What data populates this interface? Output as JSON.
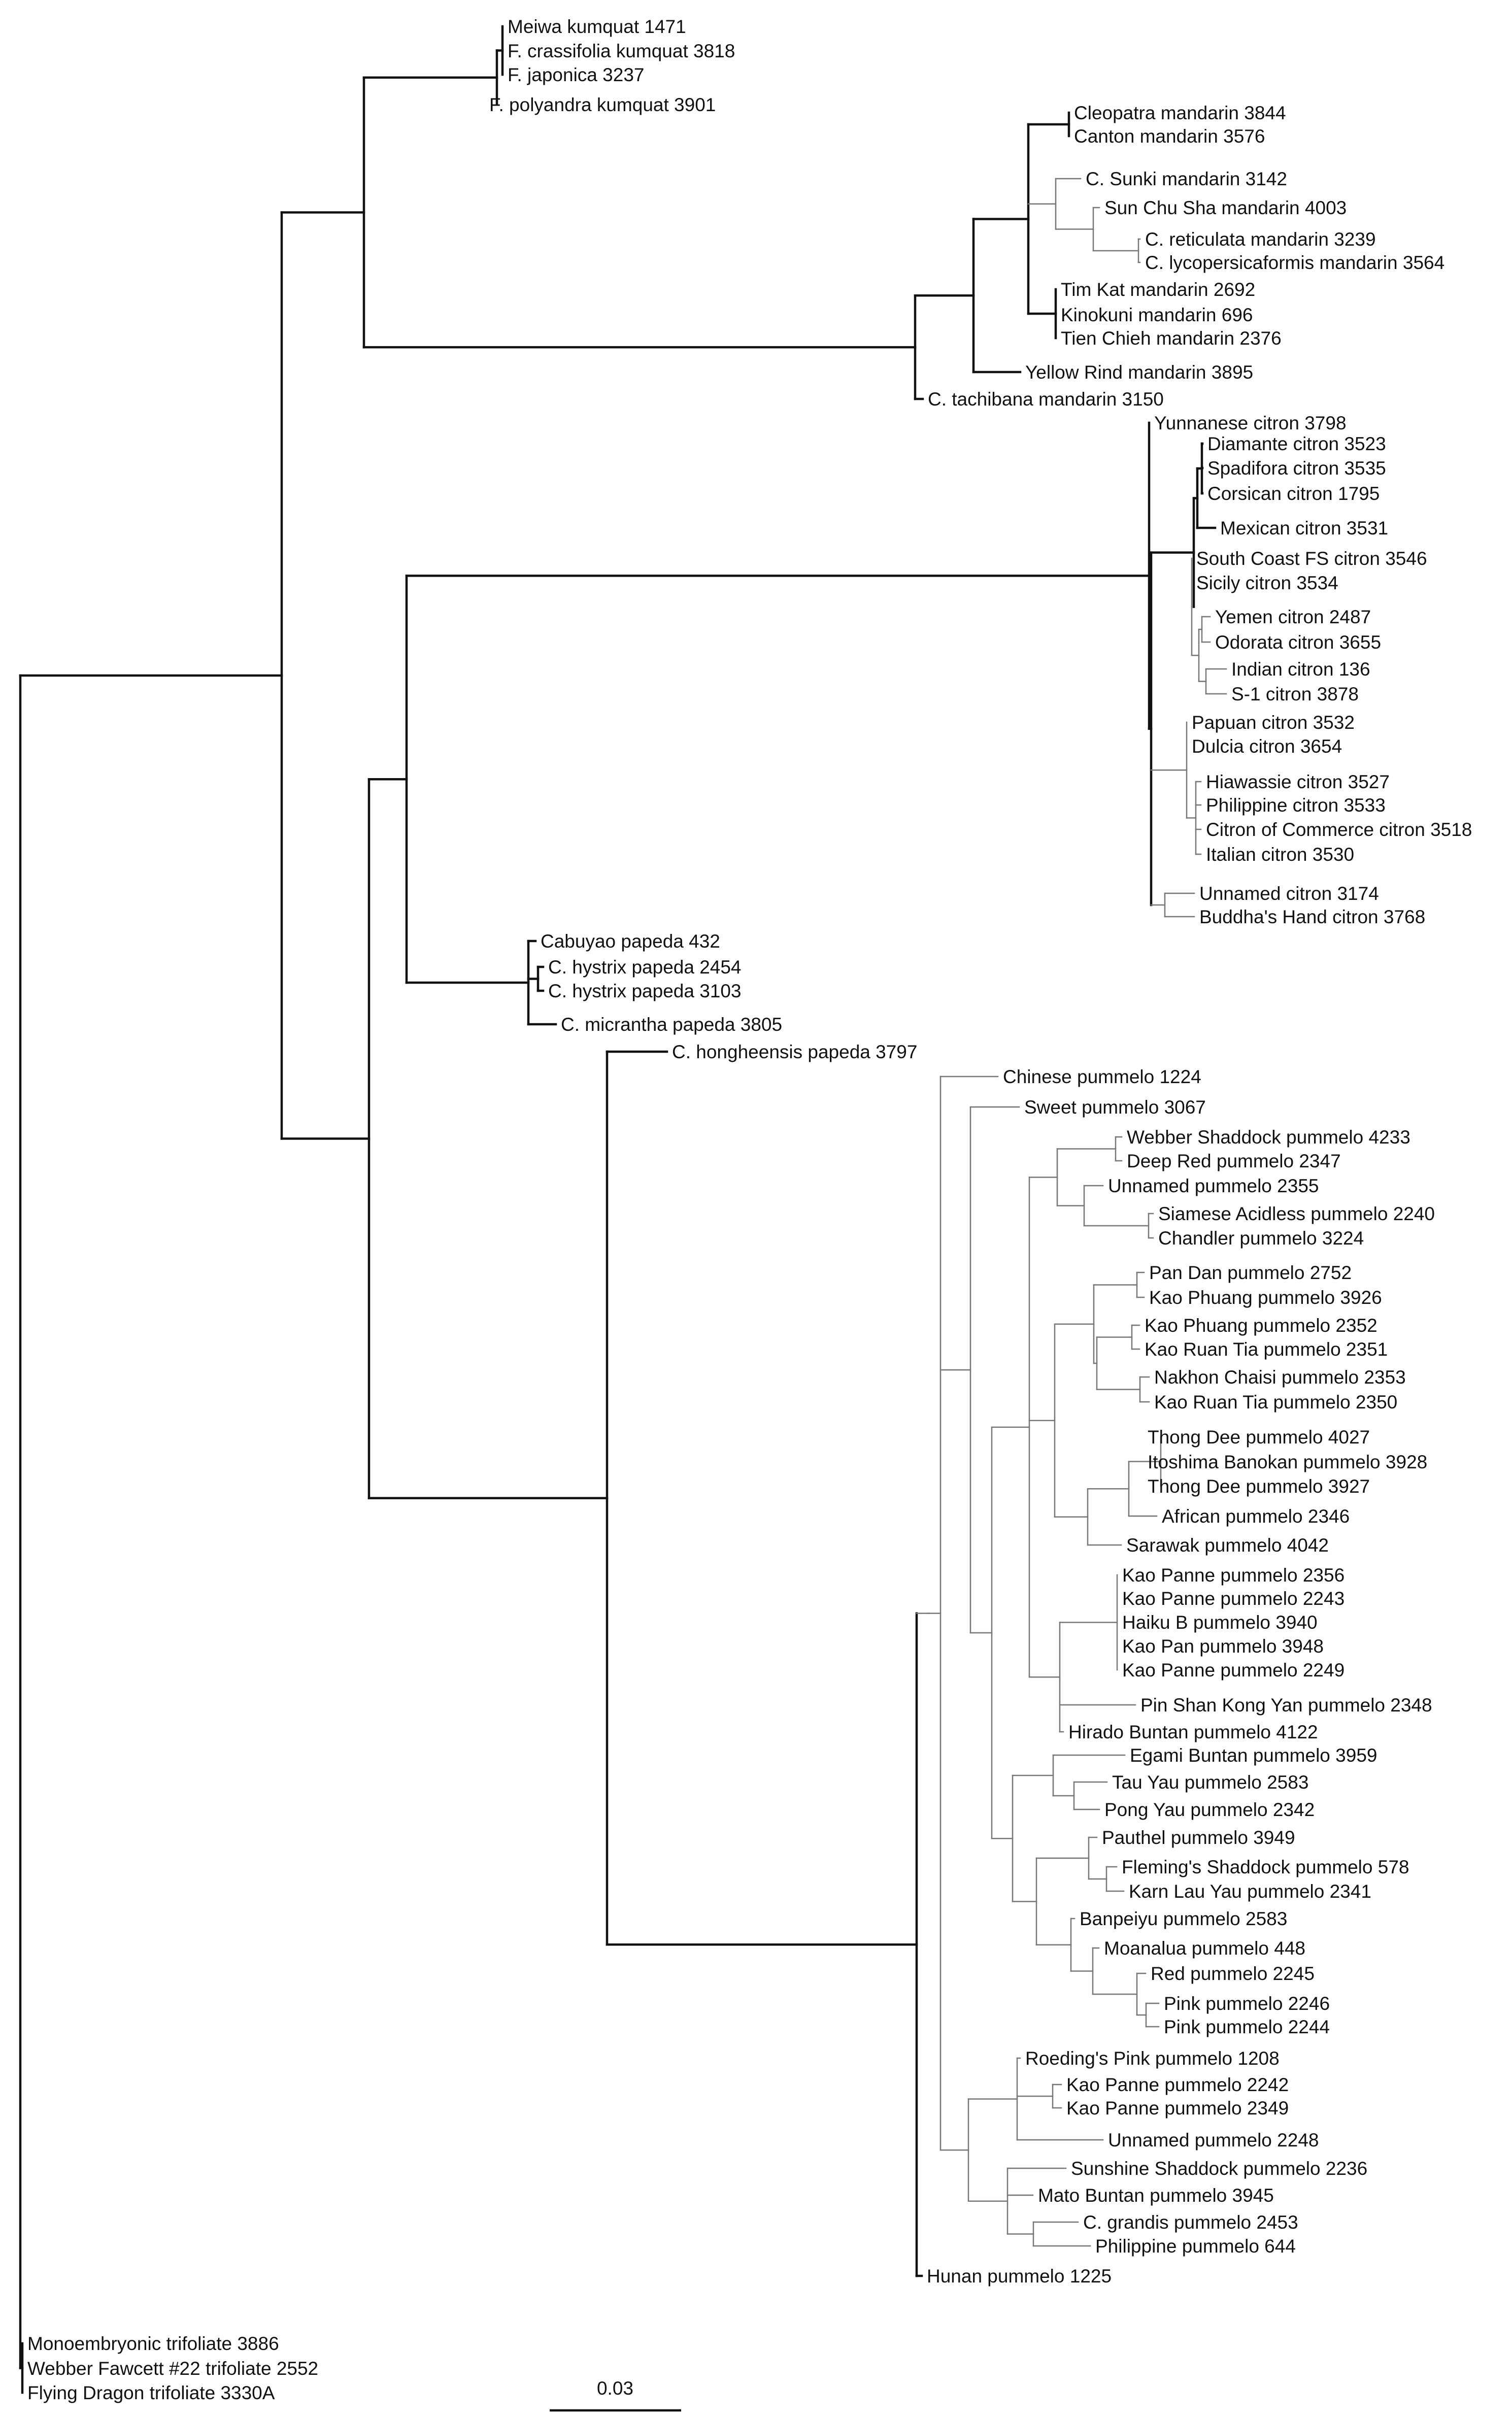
{
  "scale_bar_label": "0.03",
  "colors": {
    "branch": "#111111",
    "thin_branch": "#777777",
    "label": "#111111"
  },
  "leaves": [
    {
      "id": "meiwa",
      "label": "Meiwa kumquat 1471"
    },
    {
      "id": "fcras",
      "label": "F. crassifolia kumquat 3818"
    },
    {
      "id": "fjap",
      "label": "F. japonica 3237"
    },
    {
      "id": "fpoly",
      "label": "F. polyandra kumquat 3901"
    },
    {
      "id": "cleo",
      "label": "Cleopatra mandarin 3844"
    },
    {
      "id": "canton",
      "label": "Canton mandarin 3576"
    },
    {
      "id": "sunki",
      "label": "C. Sunki mandarin 3142"
    },
    {
      "id": "sunchu",
      "label": "Sun Chu Sha mandarin 4003"
    },
    {
      "id": "creti",
      "label": "C. reticulata mandarin 3239"
    },
    {
      "id": "clyco",
      "label": "C. lycopersicaformis mandarin 3564"
    },
    {
      "id": "timkat",
      "label": "Tim Kat mandarin 2692"
    },
    {
      "id": "kinokuni",
      "label": "Kinokuni mandarin 696"
    },
    {
      "id": "tienchieh",
      "label": "Tien Chieh mandarin 2376"
    },
    {
      "id": "yellowrind",
      "label": "Yellow Rind mandarin 3895"
    },
    {
      "id": "tachibana",
      "label": "C. tachibana mandarin 3150"
    },
    {
      "id": "yunnan",
      "label": "Yunnanese citron 3798"
    },
    {
      "id": "diamante",
      "label": "Diamante citron 3523"
    },
    {
      "id": "spadifora",
      "label": "Spadifora citron 3535"
    },
    {
      "id": "corsican",
      "label": "Corsican citron 1795"
    },
    {
      "id": "mexican",
      "label": "Mexican citron 3531"
    },
    {
      "id": "southcoast",
      "label": "South Coast FS citron 3546"
    },
    {
      "id": "sicily",
      "label": "Sicily citron 3534"
    },
    {
      "id": "yemen",
      "label": "Yemen citron 2487"
    },
    {
      "id": "odorata",
      "label": "Odorata citron 3655"
    },
    {
      "id": "indian",
      "label": "Indian citron 136"
    },
    {
      "id": "s1",
      "label": "S-1 citron 3878"
    },
    {
      "id": "papuan",
      "label": "Papuan citron 3532"
    },
    {
      "id": "dulcia",
      "label": "Dulcia citron 3654"
    },
    {
      "id": "hiawassie",
      "label": "Hiawassie citron 3527"
    },
    {
      "id": "philcitron",
      "label": "Philippine citron 3533"
    },
    {
      "id": "commerce",
      "label": "Citron of Commerce citron 3518"
    },
    {
      "id": "italian",
      "label": "Italian citron 3530"
    },
    {
      "id": "unnamedcitron",
      "label": "Unnamed citron 3174"
    },
    {
      "id": "buddha",
      "label": "Buddha's Hand citron 3768"
    },
    {
      "id": "cabuyao",
      "label": "Cabuyao papeda 432"
    },
    {
      "id": "chys1",
      "label": "C. hystrix papeda 2454"
    },
    {
      "id": "chys2",
      "label": "C. hystrix papeda 3103"
    },
    {
      "id": "cmicr",
      "label": "C. micrantha papeda 3805"
    },
    {
      "id": "chong",
      "label": "C. hongheensis papeda 3797"
    },
    {
      "id": "chinese",
      "label": "Chinese pummelo 1224"
    },
    {
      "id": "sweet",
      "label": "Sweet pummelo 3067"
    },
    {
      "id": "webbershaddock",
      "label": "Webber Shaddock pummelo 4233"
    },
    {
      "id": "deepred",
      "label": "Deep Red pummelo 2347"
    },
    {
      "id": "unnamed2355",
      "label": "Unnamed pummelo 2355"
    },
    {
      "id": "siamese",
      "label": "Siamese Acidless pummelo 2240"
    },
    {
      "id": "chandler",
      "label": "Chandler pummelo 3224"
    },
    {
      "id": "pandan",
      "label": "Pan Dan pummelo 2752"
    },
    {
      "id": "kaophuang3926",
      "label": "Kao Phuang pummelo 3926"
    },
    {
      "id": "kaophuang2352",
      "label": "Kao Phuang pummelo 2352"
    },
    {
      "id": "kaoruan2351",
      "label": "Kao Ruan Tia pummelo 2351"
    },
    {
      "id": "nakhon",
      "label": "Nakhon Chaisi pummelo 2353"
    },
    {
      "id": "kaoruan2350",
      "label": "Kao Ruan Tia pummelo 2350"
    },
    {
      "id": "thongdee4027",
      "label": "Thong Dee pummelo 4027"
    },
    {
      "id": "itoshima",
      "label": "Itoshima Banokan pummelo 3928"
    },
    {
      "id": "thongdee3927",
      "label": "Thong Dee pummelo 3927"
    },
    {
      "id": "african",
      "label": "African pummelo 2346"
    },
    {
      "id": "sarawak",
      "label": "Sarawak pummelo 4042"
    },
    {
      "id": "kaopanne2356",
      "label": "Kao Panne pummelo 2356"
    },
    {
      "id": "kaopanne2243",
      "label": "Kao Panne pummelo 2243"
    },
    {
      "id": "haiku",
      "label": "Haiku B pummelo 3940"
    },
    {
      "id": "kaopan3948",
      "label": "Kao Pan pummelo 3948"
    },
    {
      "id": "kaopanne2249",
      "label": "Kao Panne pummelo 2249"
    },
    {
      "id": "pinshan",
      "label": "Pin Shan Kong Yan pummelo 2348"
    },
    {
      "id": "hirado",
      "label": "Hirado Buntan pummelo 4122"
    },
    {
      "id": "egami",
      "label": "Egami Buntan pummelo 3959"
    },
    {
      "id": "tauyau",
      "label": "Tau Yau pummelo 2583"
    },
    {
      "id": "pongyau",
      "label": "Pong Yau pummelo 2342"
    },
    {
      "id": "pauthel",
      "label": "Pauthel pummelo 3949"
    },
    {
      "id": "fleming",
      "label": "Fleming's Shaddock pummelo 578"
    },
    {
      "id": "karnlau",
      "label": "Karn Lau Yau pummelo 2341"
    },
    {
      "id": "banpeiyu",
      "label": "Banpeiyu pummelo 2583"
    },
    {
      "id": "moanalua",
      "label": "Moanalua pummelo 448"
    },
    {
      "id": "red",
      "label": "Red pummelo 2245"
    },
    {
      "id": "pink2246",
      "label": "Pink pummelo 2246"
    },
    {
      "id": "pink2244",
      "label": "Pink pummelo 2244"
    },
    {
      "id": "roeding",
      "label": "Roeding's Pink pummelo 1208"
    },
    {
      "id": "kaopanne2242",
      "label": "Kao Panne pummelo 2242"
    },
    {
      "id": "kaopanne2349",
      "label": "Kao Panne pummelo 2349"
    },
    {
      "id": "unnamed2248",
      "label": "Unnamed pummelo 2248"
    },
    {
      "id": "sunshine",
      "label": "Sunshine Shaddock pummelo 2236"
    },
    {
      "id": "mato",
      "label": "Mato Buntan pummelo 3945"
    },
    {
      "id": "cgrandis",
      "label": "C. grandis pummelo 2453"
    },
    {
      "id": "philpummelo",
      "label": "Philippine pummelo 644"
    },
    {
      "id": "hunan",
      "label": "Hunan pummelo 1225"
    },
    {
      "id": "monoembryonic",
      "label": "Monoembryonic trifoliate 3886"
    },
    {
      "id": "webberfawcett",
      "label": "Webber Fawcett #22 trifoliate 2552"
    },
    {
      "id": "flyingdragon",
      "label": "Flying Dragon trifoliate 3330A"
    }
  ]
}
